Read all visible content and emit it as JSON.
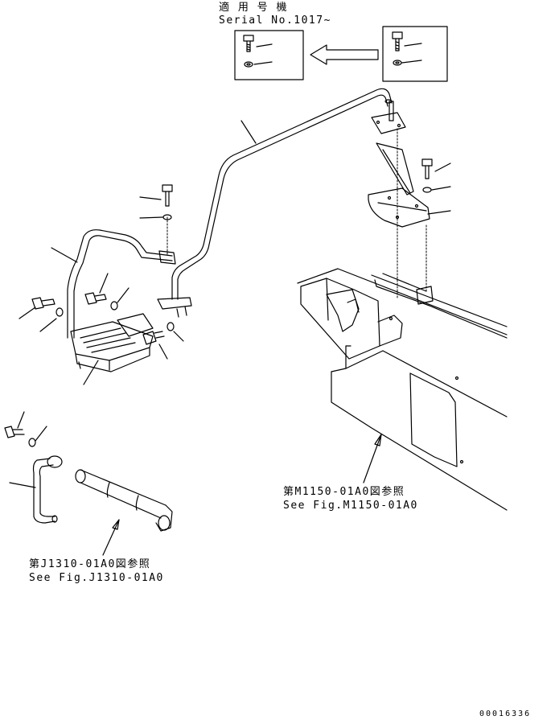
{
  "applicability": {
    "jp": "適 用 号 機",
    "serial": "Serial No.1017~"
  },
  "ref_frame_cover": {
    "jp": "第M1150-01A0図参照",
    "en": "See Fig.M1150-01A0"
  },
  "ref_pin": {
    "jp": "第J1310-01A0図参照",
    "en": "See Fig.J1310-01A0"
  },
  "drawing_number": "00016336",
  "colors": {
    "ink": "#000000",
    "paper": "#ffffff"
  }
}
